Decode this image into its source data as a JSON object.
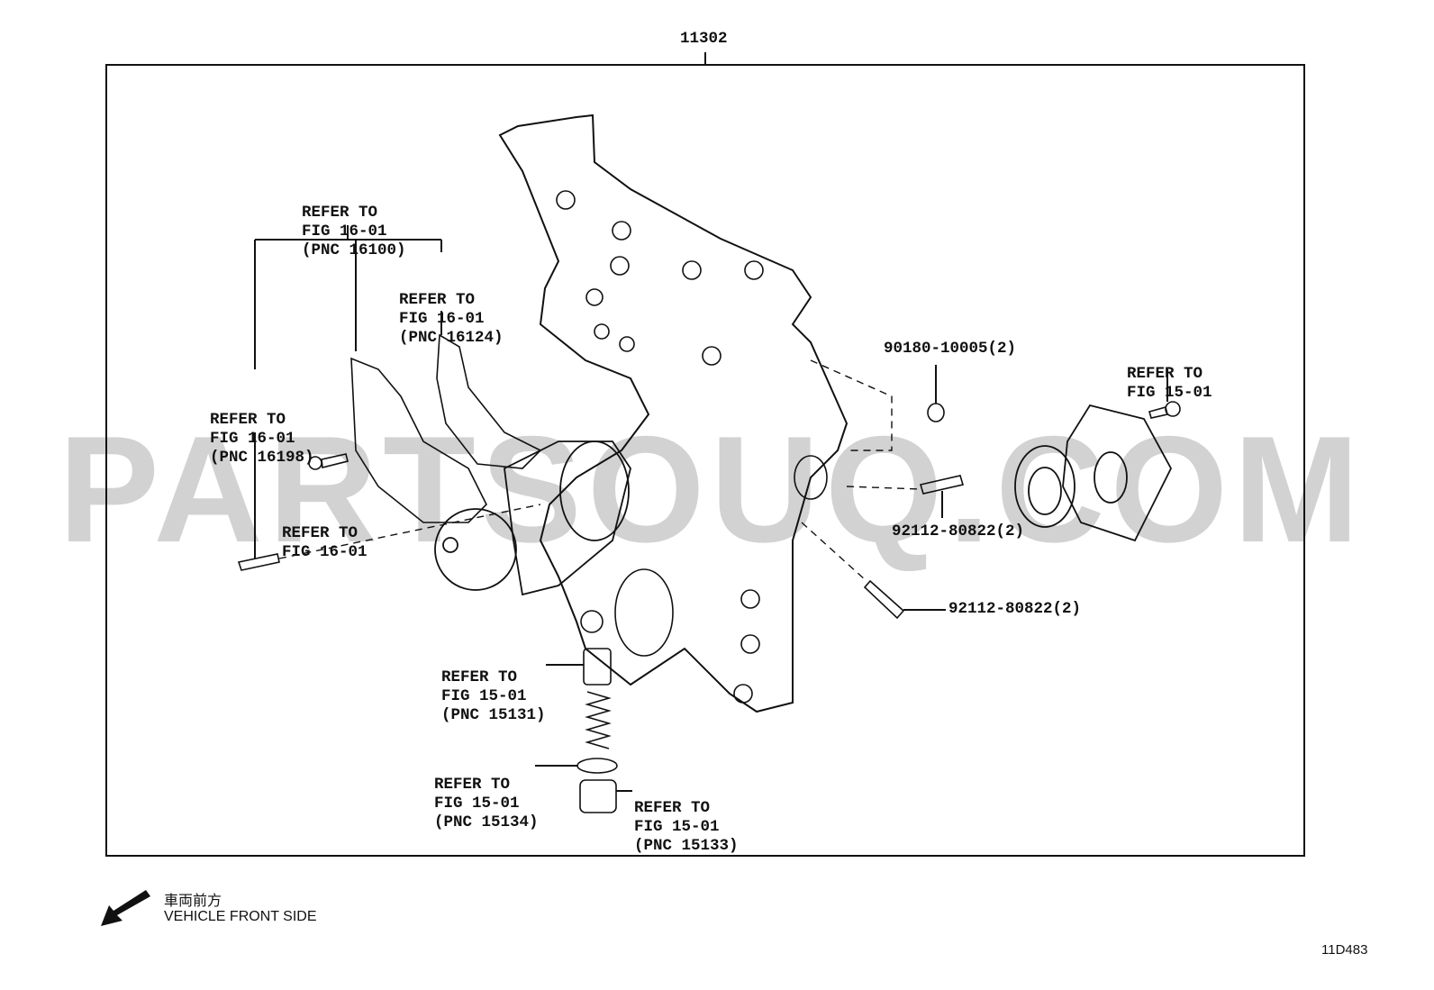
{
  "watermark": "PARTSOUQ.COM",
  "main_part": "11302",
  "callouts": {
    "c16100": [
      "REFER TO",
      "FIG 16-01",
      "(PNC 16100)"
    ],
    "c16124": [
      "REFER TO",
      "FIG 16-01",
      "(PNC 16124)"
    ],
    "c16198": [
      "REFER TO",
      "FIG 16-01",
      "(PNC 16198)"
    ],
    "c1601": [
      "REFER TO",
      "FIG 16-01"
    ],
    "c1501": [
      "REFER TO",
      "FIG 15-01"
    ],
    "c15131": [
      "REFER TO",
      "FIG 15-01",
      "(PNC 15131)"
    ],
    "c15134": [
      "REFER TO",
      "FIG 15-01",
      "(PNC 15134)"
    ],
    "c15133": [
      "REFER TO",
      "FIG 15-01",
      "(PNC 15133)"
    ]
  },
  "part_numbers": {
    "dowel": "90180-10005(2)",
    "stud_a": "92112-80822(2)",
    "stud_b": "92112-80822(2)"
  },
  "orientation": {
    "jp": "車両前方",
    "en": "VEHICLE FRONT SIDE"
  },
  "figure_code": "11D483"
}
